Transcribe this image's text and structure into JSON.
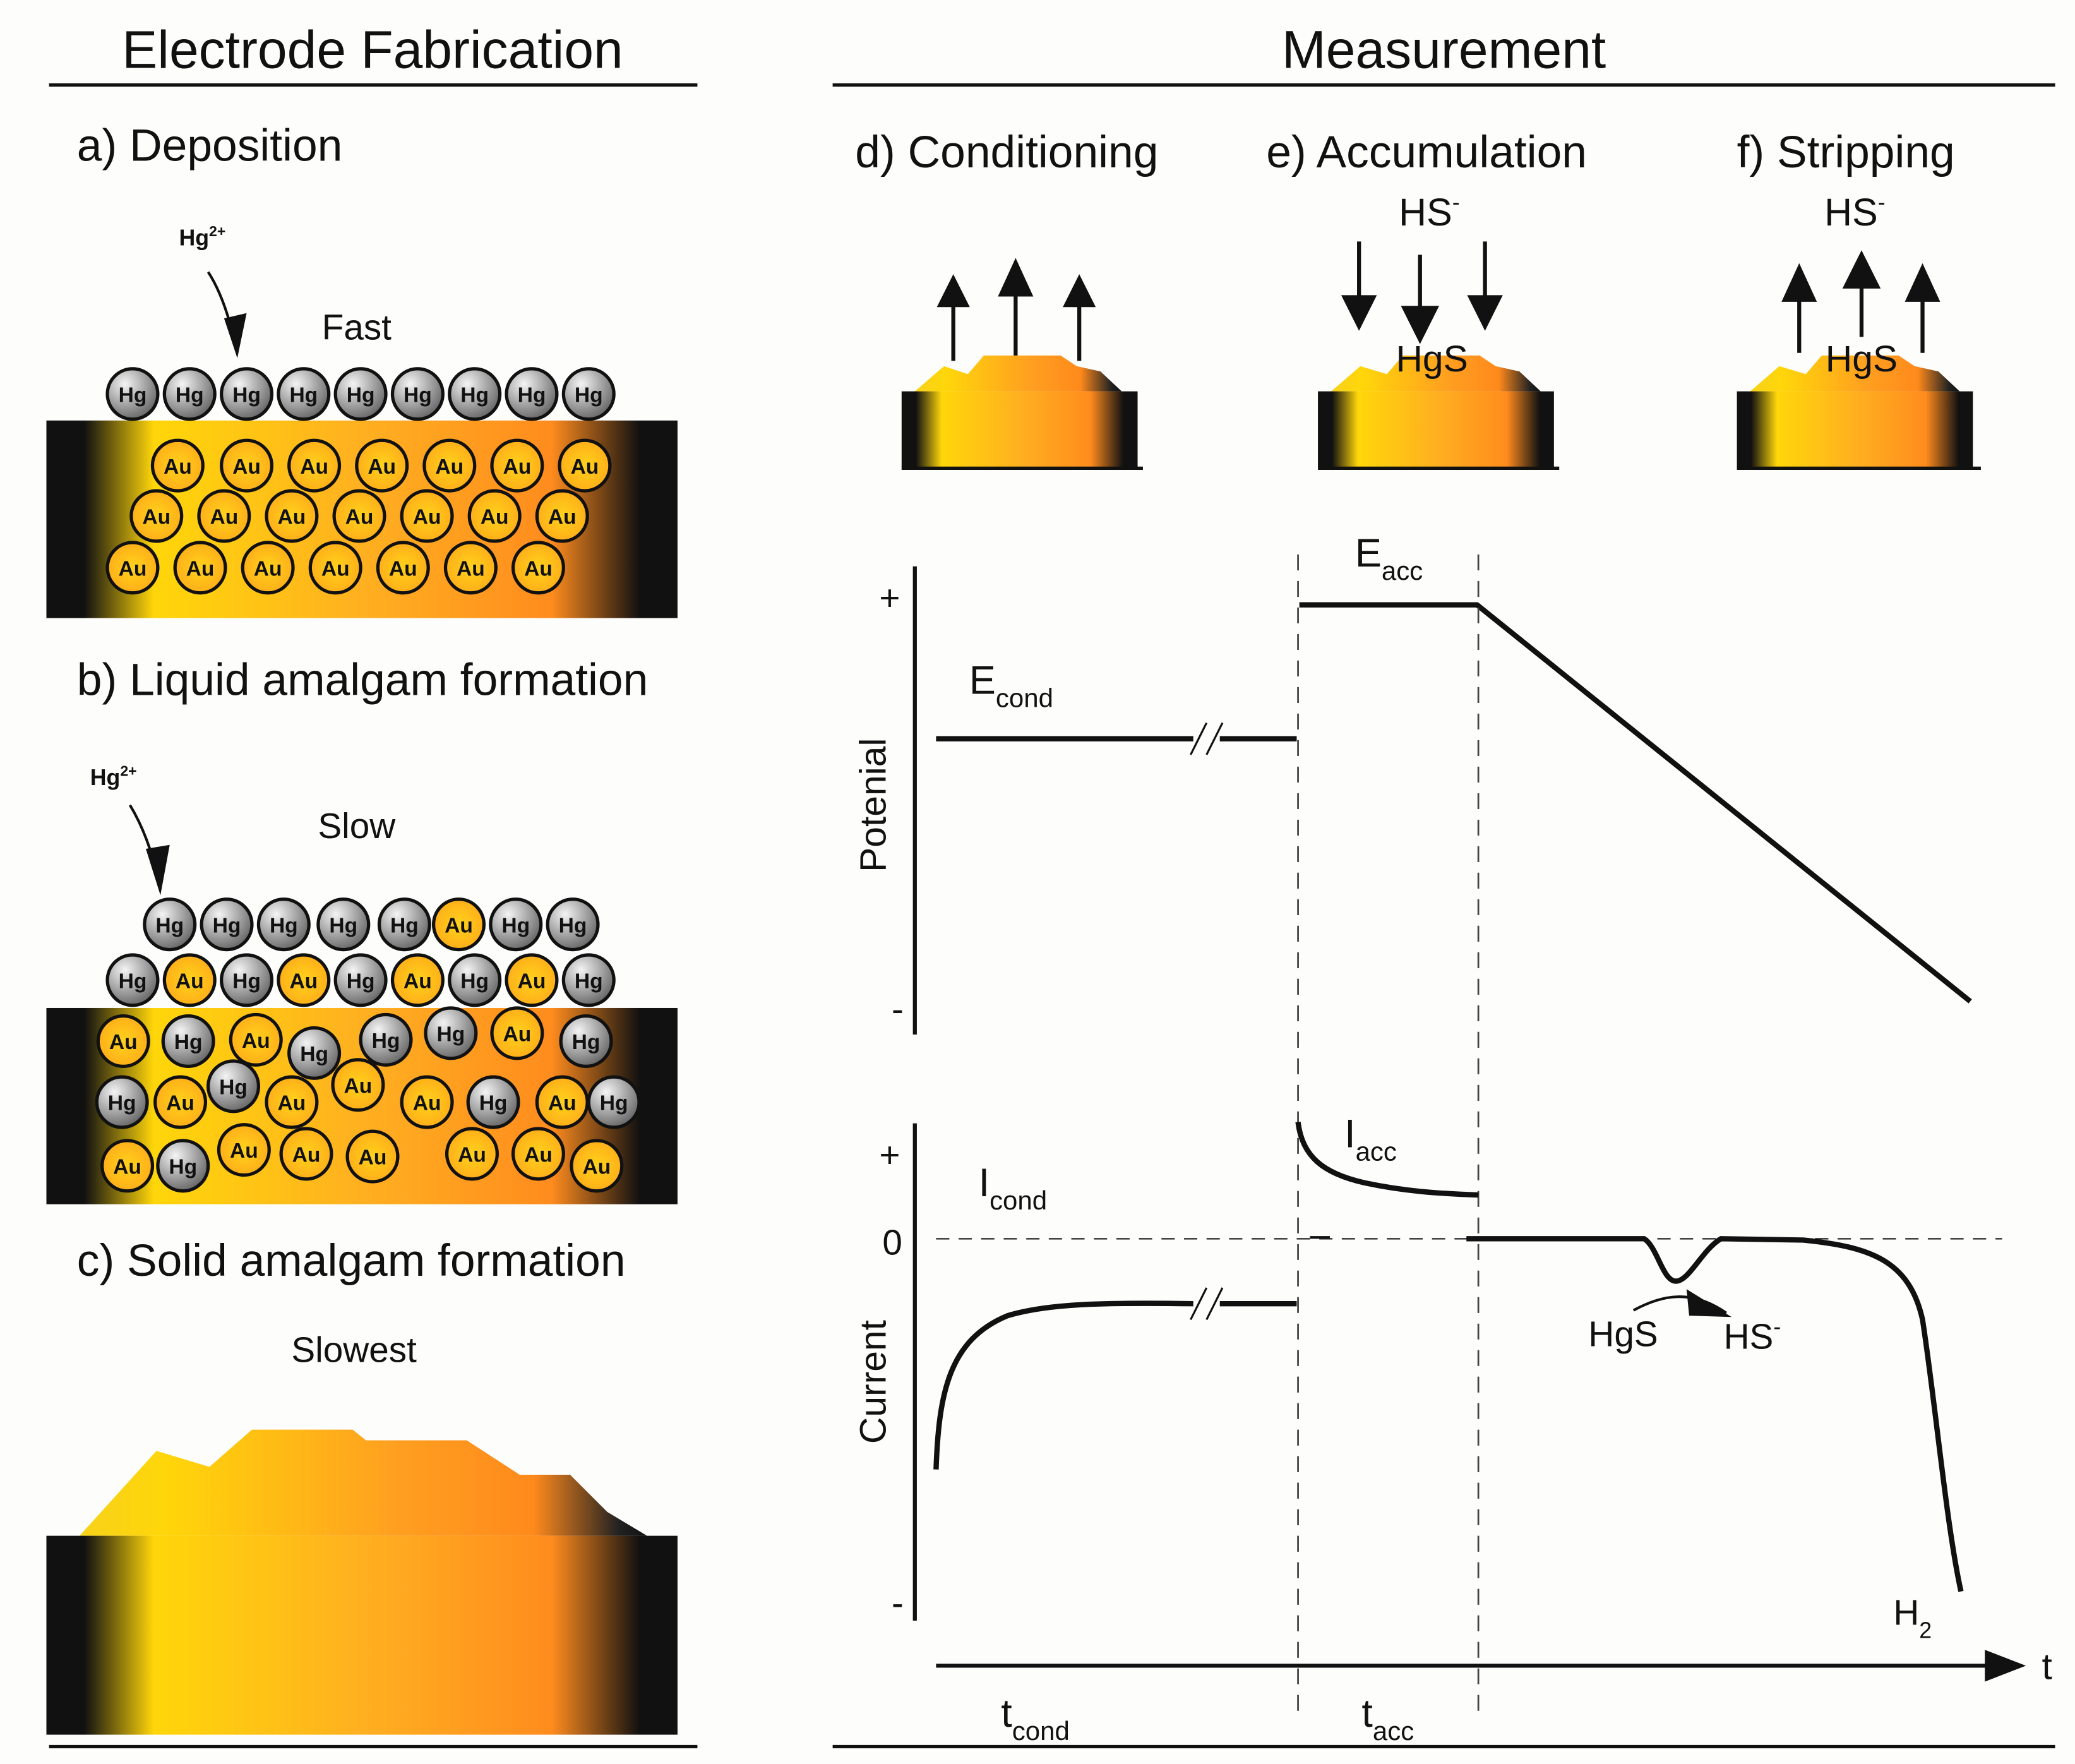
{
  "left_panel": {
    "title": "Electrode Fabrication",
    "a": {
      "label": "a) Deposition",
      "ion": "Hg",
      "ion_charge": "2+",
      "speed": "Fast"
    },
    "b": {
      "label": "b) Liquid amalgam formation",
      "ion": "Hg",
      "ion_charge": "2+",
      "speed": "Slow"
    },
    "c": {
      "label": "c) Solid amalgam formation",
      "speed": "Slowest"
    },
    "atom_hg": "Hg",
    "atom_au": "Au"
  },
  "right_panel": {
    "title": "Measurement",
    "d": {
      "label": "d) Conditioning"
    },
    "e": {
      "label": "e) Accumulation",
      "species": "HS",
      "species_charge": "-",
      "product": "HgS"
    },
    "f": {
      "label": "f) Stripping",
      "species": "HS",
      "species_charge": "-",
      "product": "HgS"
    }
  },
  "potential_plot": {
    "ylabel": "Potenial",
    "plus": "+",
    "minus": "-",
    "e_cond": {
      "main": "E",
      "sub": "cond"
    },
    "e_acc": {
      "main": "E",
      "sub": "acc"
    }
  },
  "current_plot": {
    "ylabel": "Current",
    "plus": "+",
    "zero": "0",
    "minus": "-",
    "i_cond": {
      "main": "I",
      "sub": "cond"
    },
    "i_acc": {
      "main": "I",
      "sub": "acc"
    },
    "peak_from": "HgS",
    "peak_to": "HS",
    "peak_to_charge": "-",
    "h2": {
      "main": "H",
      "sub": "2"
    },
    "x_axis": "t",
    "t_cond": {
      "main": "t",
      "sub": "cond"
    },
    "t_acc": {
      "main": "t",
      "sub": "acc"
    }
  },
  "colors": {
    "gold_light": "#ffd60a",
    "gold_mid": "#ffaa22",
    "orange": "#ff8a1c",
    "electrode_black": "#111111",
    "hg_gray": "#9a9a9a"
  }
}
